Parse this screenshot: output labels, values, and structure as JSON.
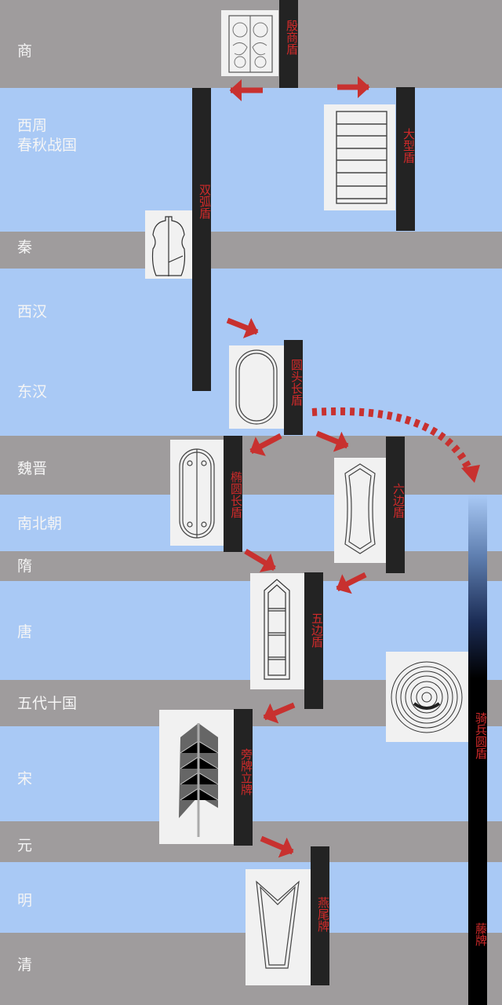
{
  "eras": [
    "商",
    "西周\n春秋战国",
    "秦",
    "西汉",
    "东汉",
    "魏晋",
    "南北朝",
    "隋",
    "唐",
    "五代十国",
    "宋",
    "元",
    "明",
    "清"
  ],
  "shields": {
    "yinshang": "殷商盾",
    "daxing": "大型盾",
    "shuanghu": "双弧盾",
    "yuantou": "圆头长盾",
    "tuoyuan": "椭圆长盾",
    "liubian": "六边盾",
    "wubian": "五边盾",
    "pangpai": "旁牌立牌",
    "yanwei": "燕尾牌",
    "qibing": "骑兵圆盾",
    "tengpai": "藤牌"
  },
  "colors": {
    "gray": "#9f9c9d",
    "blue": "#a9c9f5",
    "bar": "#232323",
    "arrow": "#c8312f"
  }
}
